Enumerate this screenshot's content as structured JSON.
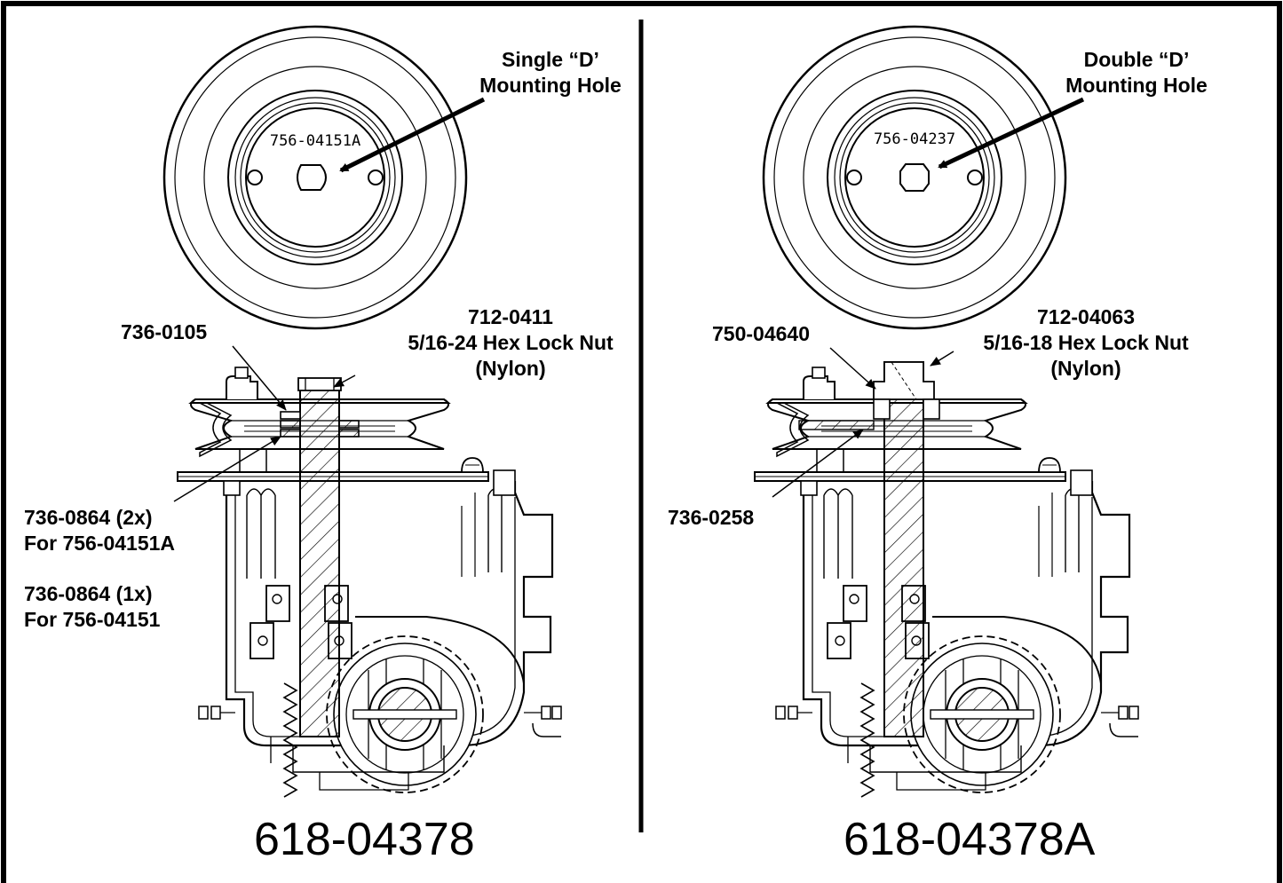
{
  "left": {
    "model": "618-04378",
    "pulley_stamp": "756-04151A",
    "hole_label": [
      "Single “D’",
      "Mounting Hole"
    ],
    "nut_label": [
      "712-0411",
      "5/16-24 Hex Lock Nut",
      "(Nylon)"
    ],
    "upper_part": "736-0105",
    "washer_label_a": [
      "736-0864 (2x)",
      "For 756-04151A"
    ],
    "washer_label_b": [
      "736-0864 (1x)",
      "For 756-04151"
    ]
  },
  "right": {
    "model": "618-04378A",
    "pulley_stamp": "756-04237",
    "hole_label": [
      "Double “D’",
      "Mounting Hole"
    ],
    "nut_label": [
      "712-04063",
      "5/16-18 Hex Lock Nut",
      "(Nylon)"
    ],
    "upper_part": "750-04640",
    "lower_part": "736-0258"
  }
}
